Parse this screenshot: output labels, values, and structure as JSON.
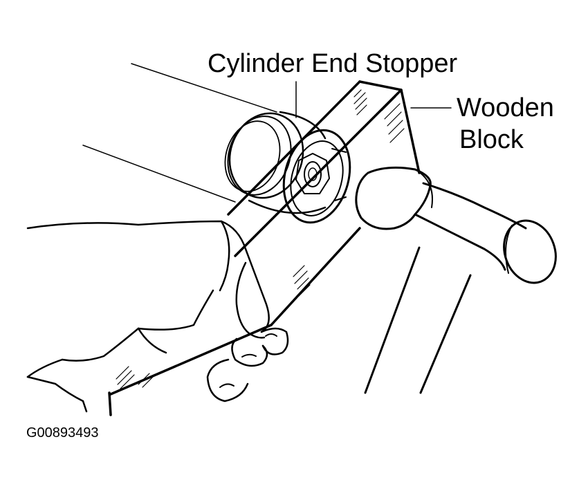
{
  "labels": {
    "cylinder_end_stopper": "Cylinder End Stopper",
    "wooden_block_line1": "Wooden",
    "wooden_block_line2": "Block"
  },
  "figure_id": "G00893493",
  "colors": {
    "ink": "#000000",
    "paper": "#ffffff"
  }
}
